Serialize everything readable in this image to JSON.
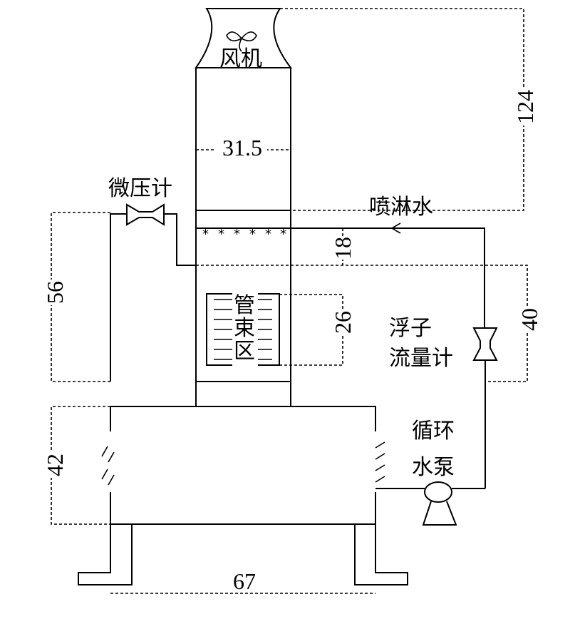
{
  "labels": {
    "fan": "风机",
    "micro_pressure_gauge": "微压计",
    "spray_water": "喷淋水",
    "tube_bundle_zone": "管束区",
    "float_flowmeter_line1": "浮子",
    "float_flowmeter_line2": "流量计",
    "circulation_pump_line1": "循环",
    "circulation_pump_line2": "水泵"
  },
  "dimensions": {
    "height_total": "124",
    "chimney_width": "31.5",
    "spray_gap": "18",
    "gauge_span": "56",
    "flow_span": "40",
    "bundle_height": "26",
    "basin_height": "42",
    "base_width": "67"
  }
}
